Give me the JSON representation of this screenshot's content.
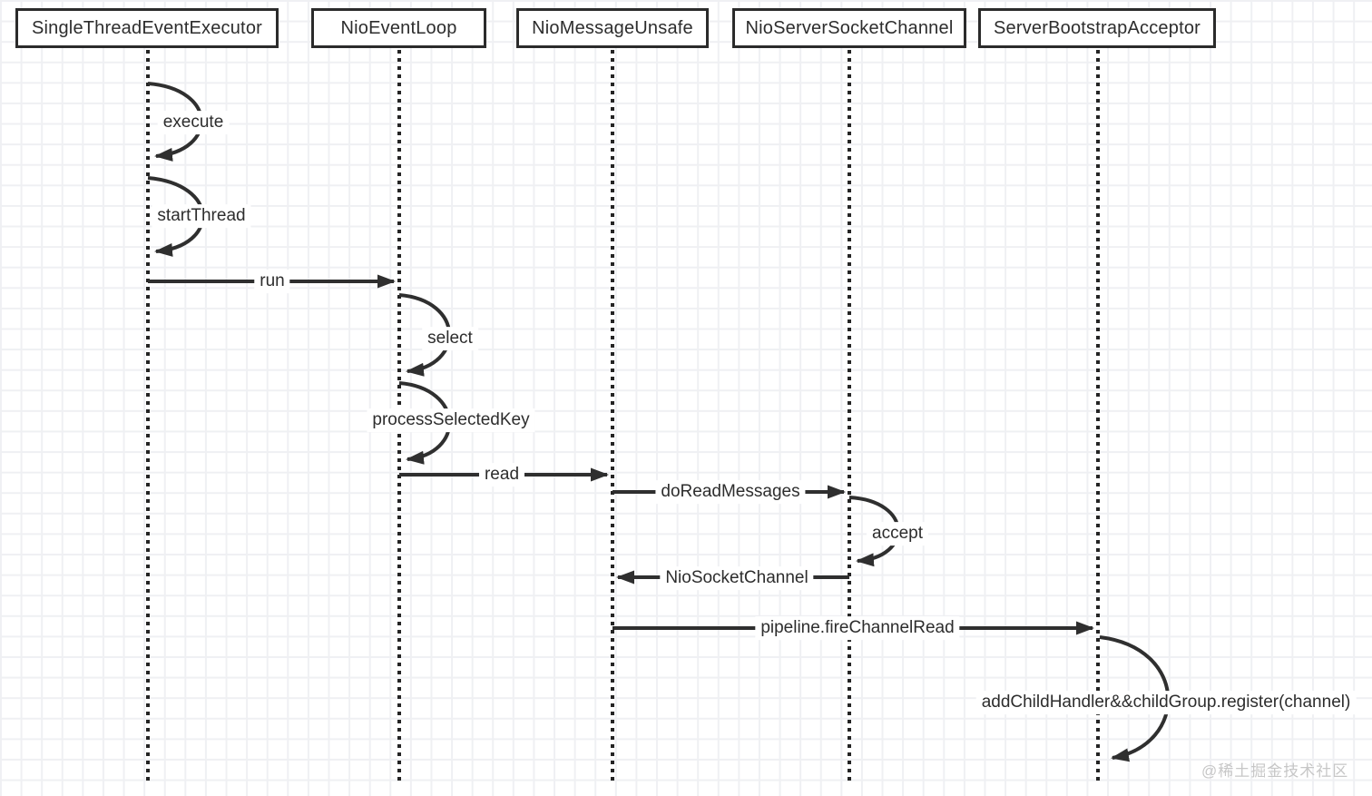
{
  "diagram": {
    "type": "uml-sequence",
    "actors": [
      {
        "label": "SingleThreadEventExecutor"
      },
      {
        "label": "NioEventLoop"
      },
      {
        "label": "NioMessageUnsafe"
      },
      {
        "label": "NioServerSocketChannel"
      },
      {
        "label": "ServerBootstrapAcceptor"
      }
    ],
    "self_messages": [
      {
        "label": "execute",
        "actor": "SingleThreadEventExecutor"
      },
      {
        "label": "startThread",
        "actor": "SingleThreadEventExecutor"
      },
      {
        "label": "select",
        "actor": "NioEventLoop"
      },
      {
        "label": "processSelectedKey",
        "actor": "NioEventLoop"
      },
      {
        "label": "accept",
        "actor": "NioServerSocketChannel"
      },
      {
        "label": "addChildHandler&&childGroup.register(channel)",
        "actor": "ServerBootstrapAcceptor"
      }
    ],
    "messages": [
      {
        "label": "run",
        "from": "SingleThreadEventExecutor",
        "to": "NioEventLoop"
      },
      {
        "label": "read",
        "from": "NioEventLoop",
        "to": "NioMessageUnsafe"
      },
      {
        "label": "doReadMessages",
        "from": "NioMessageUnsafe",
        "to": "NioServerSocketChannel"
      },
      {
        "label": "NioSocketChannel",
        "from": "NioServerSocketChannel",
        "to": "NioMessageUnsafe"
      },
      {
        "label": "pipeline.fireChannelRead",
        "from": "NioMessageUnsafe",
        "to": "ServerBootstrapAcceptor"
      }
    ],
    "watermark": "@稀土掘金技术社区",
    "colors": {
      "line": "#2f2f2f",
      "text": "#2d2d2d",
      "box_border": "#2b2b2b",
      "grid": "#eff0f3",
      "watermark": "#c7c7c7",
      "background": "#ffffff"
    }
  }
}
